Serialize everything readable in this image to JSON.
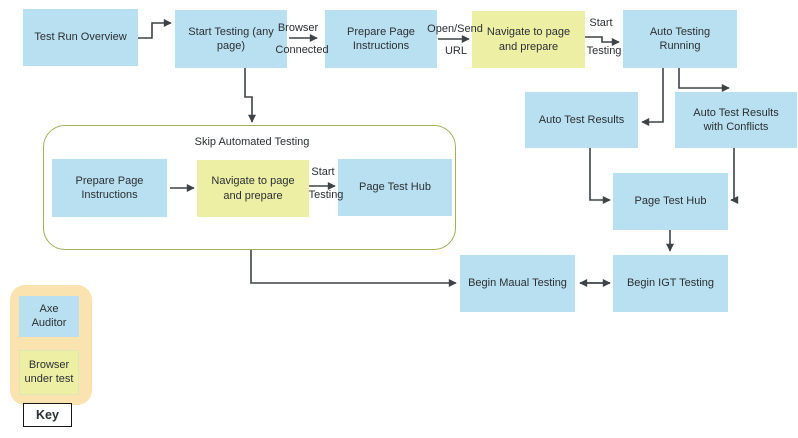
{
  "nodes": {
    "test_run_overview": {
      "label": "Test Run Overview"
    },
    "start_testing": {
      "label": "Start Testing (any page)"
    },
    "prepare_page_instructions": {
      "label": "Prepare Page Instructions"
    },
    "navigate_to_page": {
      "label": "Navigate to page and prepare"
    },
    "auto_testing_running": {
      "label": "Auto Testing Running"
    },
    "auto_test_results": {
      "label": "Auto Test Results"
    },
    "auto_test_results_conflicts": {
      "label": "Auto Test Results with Conflicts"
    },
    "page_test_hub": {
      "label": "Page Test Hub"
    },
    "begin_manual_testing": {
      "label": "Begin Maual Testing"
    },
    "begin_igt_testing": {
      "label": "Begin IGT Testing"
    },
    "skip_prepare_page_instructions": {
      "label": "Prepare Page Instructions"
    },
    "skip_navigate_to_page": {
      "label": "Navigate to page and prepare"
    },
    "skip_page_test_hub": {
      "label": "Page Test Hub"
    }
  },
  "edge_labels": {
    "browser_connected": {
      "top": "Browser",
      "bottom": "Connected"
    },
    "open_send_url": {
      "top": "Open/Send",
      "bottom": "URL"
    },
    "start_testing_auto": {
      "top": "Start",
      "bottom": "Testing"
    },
    "start_testing_skip": {
      "top": "Start",
      "bottom": "Testing"
    }
  },
  "containers": {
    "skip_automated_testing": {
      "title": "Skip Automated Testing"
    }
  },
  "key": {
    "axe_auditor": "Axe Auditor",
    "browser_under_test": "Browser under test",
    "title": "Key"
  },
  "colors": {
    "node_blue": "#B9E0F1",
    "node_yellow": "#EDEFA5",
    "key_background": "#FAE3AF",
    "container_border": "#A2AF55",
    "arrow": "#3E4347",
    "text": "#2B2F33"
  }
}
